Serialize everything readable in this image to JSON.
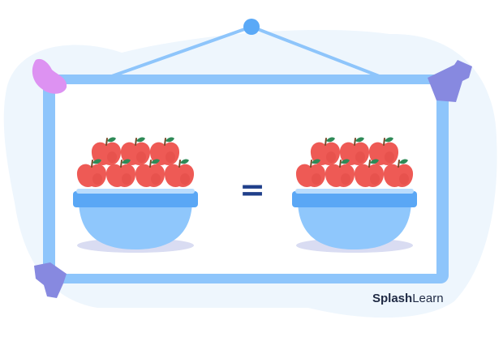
{
  "equation": {
    "operator": "="
  },
  "groups": [
    {
      "name": "left-bowl",
      "apple_count": 7,
      "rows": [
        3,
        4
      ]
    },
    {
      "name": "right-bowl",
      "apple_count": 7,
      "rows": [
        3,
        4
      ]
    }
  ],
  "brand": {
    "first": "Splash",
    "second": "Learn"
  },
  "colors": {
    "background_blob": "#eef6fd",
    "frame": "#8ec5fb",
    "board": "#ffffff",
    "string": "#8ec5fb",
    "pin": "#5aa9f7",
    "bowl": "#8fc7fc",
    "bowl_rim": "#5aa7f5",
    "shadow": "#d9dcf2",
    "apple": "#ee5a55",
    "apple_shade": "#d94440",
    "leaf": "#2e8a57",
    "stem": "#7a4a2a",
    "corner_purple": "#8789e0",
    "corner_pink": "#dd92f2",
    "operator": "#1f3f8a",
    "brand_text": "#1f2a44"
  },
  "icons": [
    "apple-icon",
    "bowl-icon",
    "push-pin-icon",
    "corner-tape-icon"
  ]
}
